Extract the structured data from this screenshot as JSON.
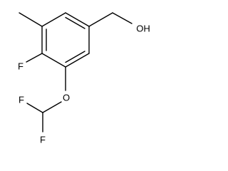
{
  "molecule": {
    "labels": {
      "hydroxyl": "OH",
      "ring_fluorine": "F",
      "ether_oxygen": "O",
      "difluoromethyl_fluorine_left": "F",
      "difluoromethyl_fluorine_bottom": "F"
    }
  },
  "colors": {
    "bond": "#000000",
    "label": "#000000",
    "background": "#ffffff"
  }
}
